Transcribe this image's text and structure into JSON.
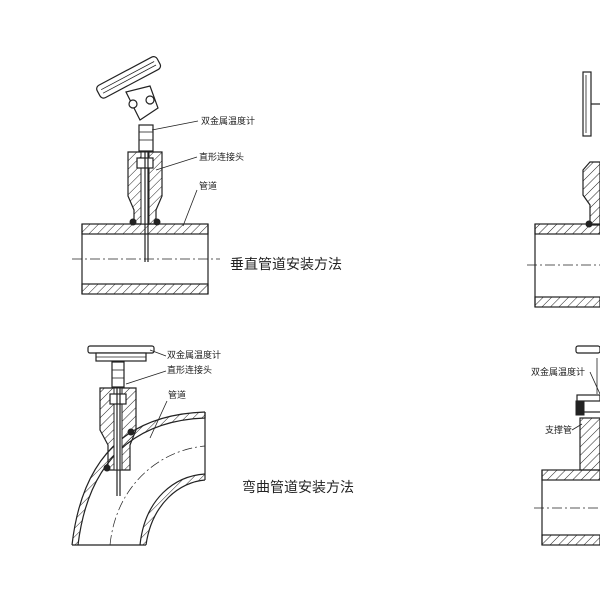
{
  "diagram1": {
    "callout_thermometer": "双金属温度计",
    "callout_connector": "直形连接头",
    "callout_pipe": "管道",
    "caption": "垂直管道安装方法"
  },
  "diagram2": {
    "callout_thermometer": "双金属温度计",
    "callout_connector": "直形连接头",
    "callout_pipe": "管道",
    "caption": "弯曲管道安装方法"
  },
  "diagram4": {
    "callout_thermometer": "双金属温度计",
    "callout_support": "支撑管"
  }
}
